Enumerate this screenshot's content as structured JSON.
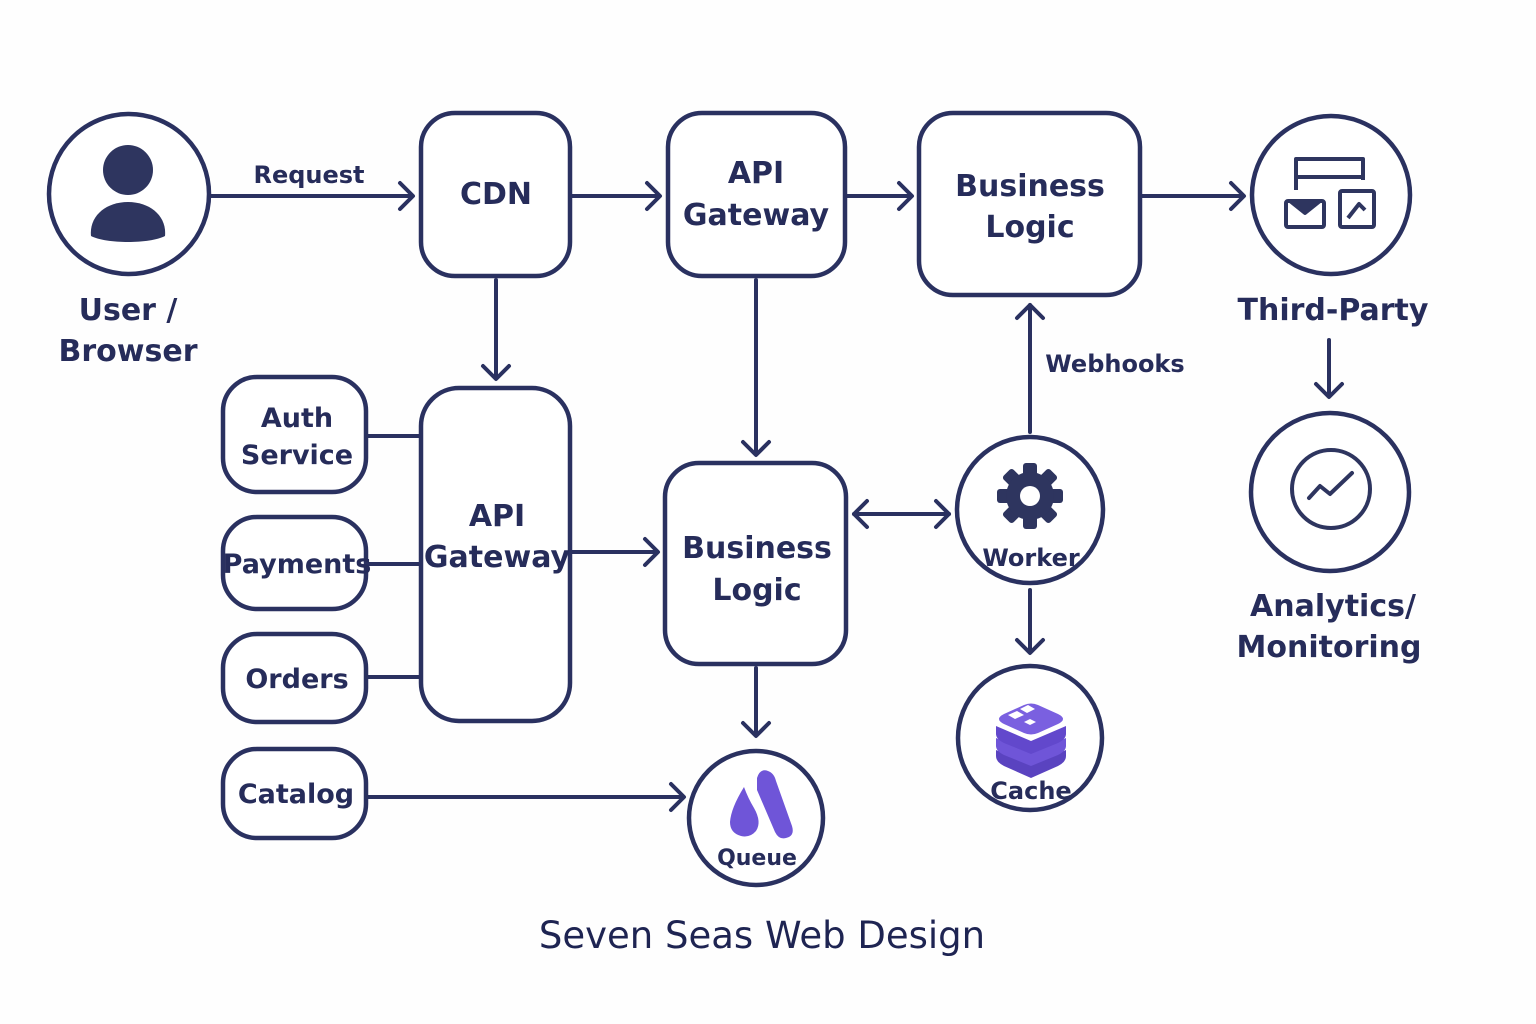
{
  "title": "Seven Seas Web Design",
  "colors": {
    "ink": "#2a3160",
    "accent": "#6f55d8",
    "background": "#fefefe"
  },
  "nodes": {
    "user": {
      "lines": [
        "User /",
        "Browser"
      ],
      "icon": "user-icon"
    },
    "cdn": {
      "lines": [
        "CDN"
      ]
    },
    "api_gateway_top": {
      "lines": [
        "API",
        "Gateway"
      ]
    },
    "business_logic_top": {
      "lines": [
        "Business",
        "Logic"
      ]
    },
    "third_party": {
      "lines": [
        "Third-Party"
      ],
      "icon": "integrations-icon"
    },
    "analytics": {
      "lines": [
        "Analytics/",
        "Monitoring"
      ],
      "icon": "trend-chart-icon"
    },
    "auth": {
      "lines": [
        "Auth",
        "Service"
      ]
    },
    "payments": {
      "lines": [
        "Payments"
      ]
    },
    "orders": {
      "lines": [
        "Orders"
      ]
    },
    "catalog": {
      "lines": [
        "Catalog"
      ]
    },
    "api_gateway_main": {
      "lines": [
        "API",
        "Gateway"
      ]
    },
    "business_logic_main": {
      "lines": [
        "Business",
        "Logic"
      ]
    },
    "worker": {
      "lines": [
        "Worker"
      ],
      "icon": "gear-icon"
    },
    "cache": {
      "lines": [
        "Cache"
      ],
      "icon": "database-stack-icon"
    },
    "queue": {
      "lines": [
        "Queue"
      ],
      "icon": "queue-logo-icon"
    }
  },
  "edges": [
    {
      "from": "user",
      "to": "cdn",
      "label": "Request"
    },
    {
      "from": "cdn",
      "to": "api_gateway_top",
      "label": ""
    },
    {
      "from": "api_gateway_top",
      "to": "business_logic_top",
      "label": ""
    },
    {
      "from": "business_logic_top",
      "to": "third_party",
      "label": ""
    },
    {
      "from": "third_party",
      "to": "analytics",
      "label": ""
    },
    {
      "from": "cdn",
      "to": "api_gateway_main",
      "label": ""
    },
    {
      "from": "api_gateway_top",
      "to": "business_logic_main",
      "label": ""
    },
    {
      "from": "auth",
      "to": "api_gateway_main",
      "label": ""
    },
    {
      "from": "payments",
      "to": "api_gateway_main",
      "label": ""
    },
    {
      "from": "orders",
      "to": "api_gateway_main",
      "label": ""
    },
    {
      "from": "api_gateway_main",
      "to": "business_logic_main",
      "label": ""
    },
    {
      "from": "business_logic_main",
      "to": "worker",
      "label": "",
      "bidirectional": true
    },
    {
      "from": "worker",
      "to": "business_logic_top",
      "label": "Webhooks"
    },
    {
      "from": "worker",
      "to": "cache",
      "label": ""
    },
    {
      "from": "business_logic_main",
      "to": "queue",
      "label": ""
    },
    {
      "from": "catalog",
      "to": "queue",
      "label": ""
    }
  ]
}
